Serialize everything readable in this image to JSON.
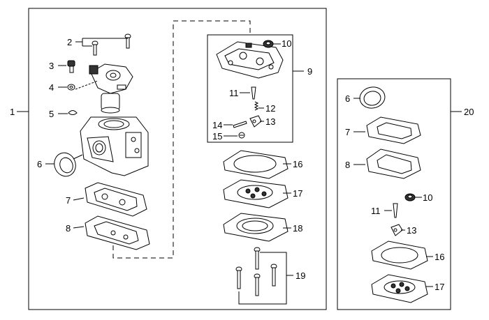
{
  "labels": {
    "l1": "1",
    "l2": "2",
    "l3": "3",
    "l4": "4",
    "l5": "5",
    "l6": "6",
    "l7": "7",
    "l8": "8",
    "l9": "9",
    "l10": "10",
    "l11": "11",
    "l12": "12",
    "l13": "13",
    "l14": "14",
    "l15": "15",
    "l16": "16",
    "l17": "17",
    "l18": "18",
    "l19": "19",
    "l20": "20",
    "k6": "6",
    "k7": "7",
    "k8": "8",
    "k10": "10",
    "k11": "11",
    "k13": "13",
    "k16": "16",
    "k17": "17"
  }
}
